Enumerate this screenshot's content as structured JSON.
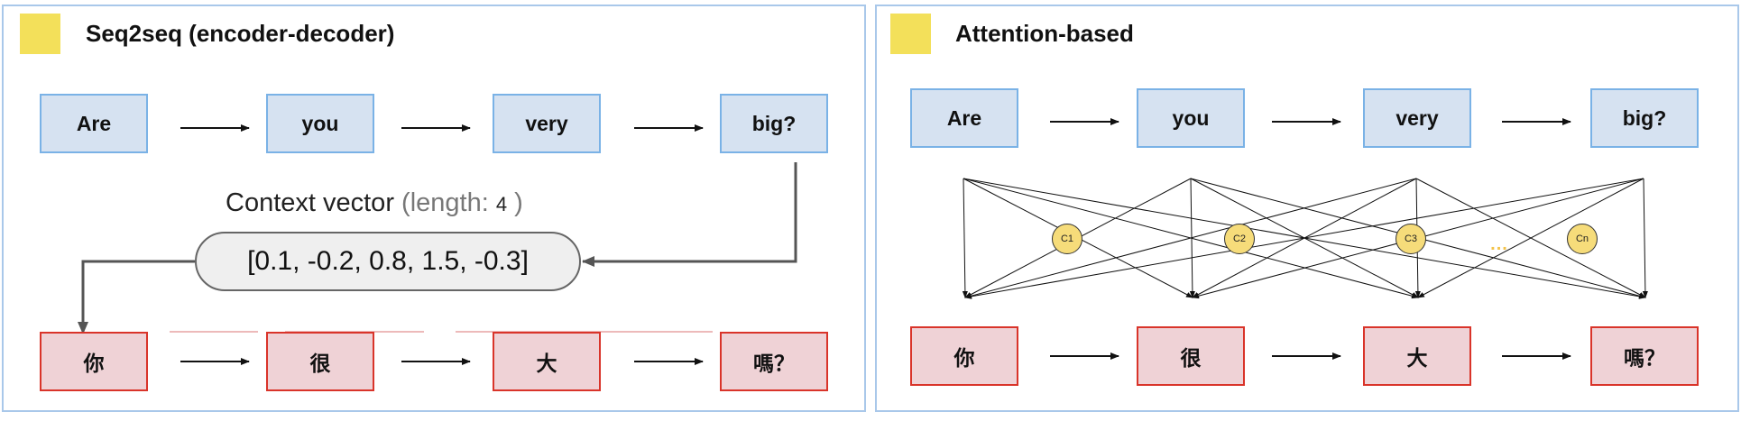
{
  "left_panel": {
    "title": "Seq2seq (encoder-decoder)",
    "encoder_tokens": [
      "Are",
      "you",
      "very",
      "big?"
    ],
    "decoder_tokens": [
      "你",
      "很",
      "大",
      "嗎？"
    ],
    "context": {
      "label": "Context vector",
      "length_prefix": "(length:",
      "length_value": "4",
      "length_suffix": ")",
      "vector": "[0.1, -0.2, 0.8, 1.5, -0.3]"
    }
  },
  "right_panel": {
    "title": "Attention-based",
    "encoder_tokens": [
      "Are",
      "you",
      "very",
      "big?"
    ],
    "decoder_tokens": [
      "你",
      "很",
      "大",
      "嗎？"
    ],
    "context_nodes": [
      "C1",
      "C2",
      "C3",
      "Cn"
    ],
    "ellipsis": "..."
  },
  "colors": {
    "title_square": "#f3e05a",
    "encoder_fill": "#d6e2f1",
    "encoder_border": "#7ab2e6",
    "decoder_fill": "#efd2d6",
    "decoder_border": "#d9342a",
    "context_node_fill": "#f6dc7a",
    "panel_border": "#a9c8ea"
  }
}
